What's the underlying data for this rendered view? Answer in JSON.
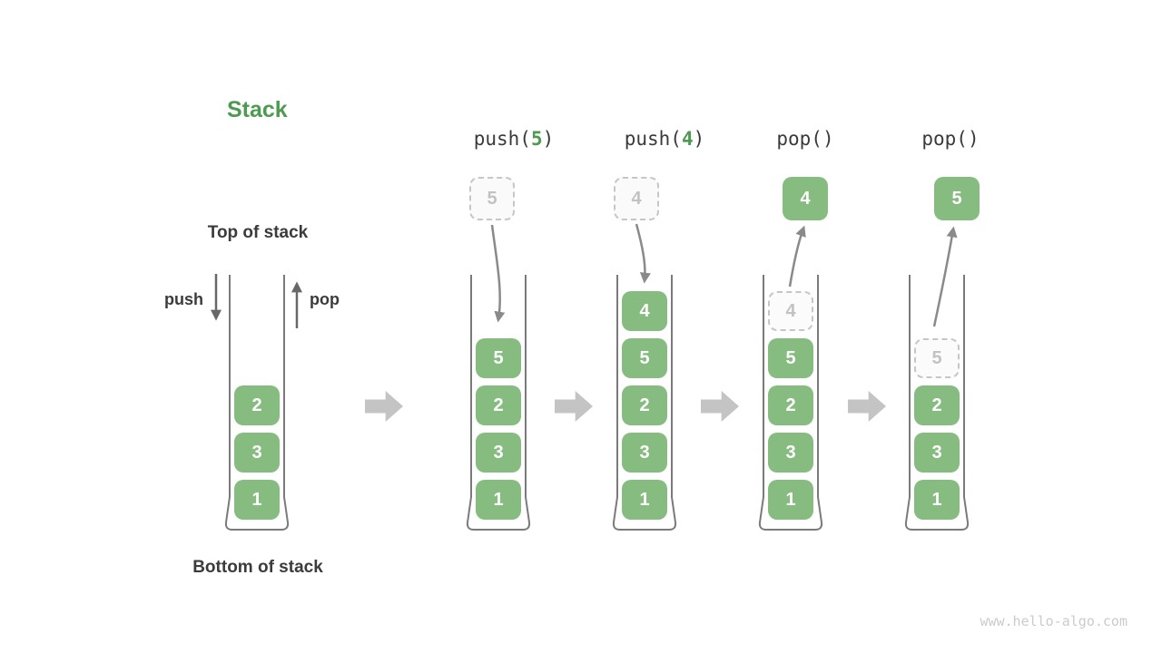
{
  "page": {
    "title": "Stack",
    "watermark": "www.hello-algo.com"
  },
  "colors": {
    "accent_green": "#4c9b50",
    "cell_green": "#87bc80",
    "cell_text": "#ffffff",
    "dark_text": "#3b3b3b",
    "ghost_border": "#c6c6c6",
    "ghost_text": "#c2c2c2",
    "container_wall": "#7a7a7a",
    "curved_arrow": "#8a8a8a",
    "straight_arrow": "#686868",
    "block_arrow": "#c4c4c4",
    "watermark_text": "#cbcbcb"
  },
  "labels": {
    "top_of_stack": "Top of stack",
    "bottom_of_stack": "Bottom of stack",
    "push": "push",
    "pop": "pop"
  },
  "operations": [
    {
      "name": "op-push-5",
      "before": "push(",
      "value": "5",
      "after": ")"
    },
    {
      "name": "op-push-4",
      "before": "push(",
      "value": "4",
      "after": ")"
    },
    {
      "name": "op-pop-1",
      "before": "pop(",
      "value": "",
      "after": ")"
    },
    {
      "name": "op-pop-2",
      "before": "pop(",
      "value": "",
      "after": ")"
    }
  ],
  "stacks": [
    {
      "name": "stack-initial",
      "cells": [
        {
          "value": "2",
          "ghost": false
        },
        {
          "value": "3",
          "ghost": false
        },
        {
          "value": "1",
          "ghost": false
        }
      ],
      "floating": null
    },
    {
      "name": "stack-after-push-5",
      "cells": [
        {
          "value": "5",
          "ghost": false
        },
        {
          "value": "2",
          "ghost": false
        },
        {
          "value": "3",
          "ghost": false
        },
        {
          "value": "1",
          "ghost": false
        }
      ],
      "floating": {
        "value": "5",
        "style": "ghost"
      }
    },
    {
      "name": "stack-after-push-4",
      "cells": [
        {
          "value": "4",
          "ghost": false
        },
        {
          "value": "5",
          "ghost": false
        },
        {
          "value": "2",
          "ghost": false
        },
        {
          "value": "3",
          "ghost": false
        },
        {
          "value": "1",
          "ghost": false
        }
      ],
      "floating": {
        "value": "4",
        "style": "ghost"
      }
    },
    {
      "name": "stack-after-pop-4",
      "cells": [
        {
          "value": "4",
          "ghost": true
        },
        {
          "value": "5",
          "ghost": false
        },
        {
          "value": "2",
          "ghost": false
        },
        {
          "value": "3",
          "ghost": false
        },
        {
          "value": "1",
          "ghost": false
        }
      ],
      "floating": {
        "value": "4",
        "style": "solid"
      }
    },
    {
      "name": "stack-after-pop-5",
      "cells": [
        {
          "value": "5",
          "ghost": true
        },
        {
          "value": "2",
          "ghost": false
        },
        {
          "value": "3",
          "ghost": false
        },
        {
          "value": "1",
          "ghost": false
        }
      ],
      "floating": {
        "value": "5",
        "style": "solid"
      }
    }
  ]
}
